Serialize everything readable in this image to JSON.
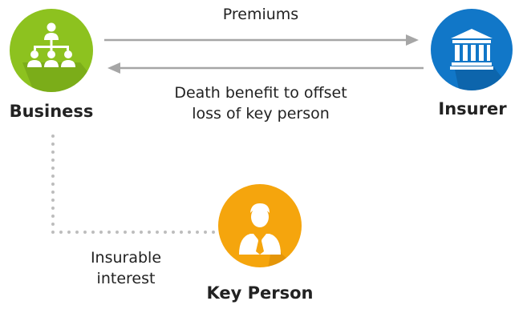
{
  "nodes": {
    "business": {
      "label": "Business",
      "color": "#8DC21F",
      "shadow": "#6E9C14",
      "icon": "org-chart-icon"
    },
    "insurer": {
      "label": "Insurer",
      "color": "#1177C8",
      "shadow": "#0B5A9A",
      "icon": "bank-building-icon"
    },
    "key_person": {
      "label": "Key Person",
      "color": "#F5A50D",
      "shadow": "#D88A05",
      "icon": "businessman-icon"
    }
  },
  "edges": {
    "premiums": {
      "label": "Premiums"
    },
    "death_benefit": {
      "line1": "Death benefit to offset",
      "line2": "loss of key person"
    },
    "insurable_interest": {
      "line1": "Insurable",
      "line2": "interest"
    }
  },
  "colors": {
    "arrow": "#A6A6A6",
    "dots": "#BDBDBD",
    "text": "#222222"
  }
}
